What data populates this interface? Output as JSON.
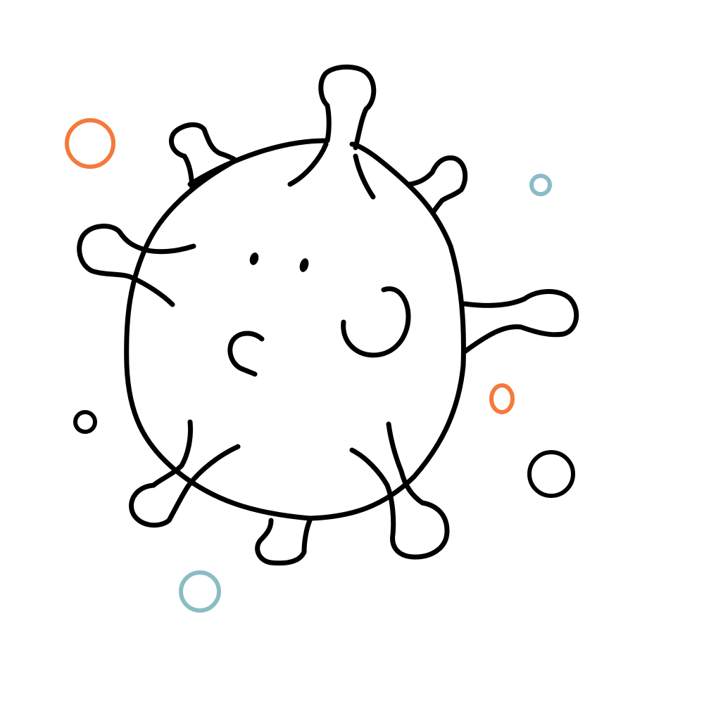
{
  "illustration": {
    "subject": "virus-doodle",
    "icon": "virus-icon",
    "colors": {
      "background": "#ffffff",
      "ink": "#000000",
      "accent_orange": "#f47a3c",
      "accent_blue": "#8bbcc6"
    },
    "bubbles": [
      {
        "name": "bubble-orange-large",
        "color": "#f47a3c"
      },
      {
        "name": "bubble-blue-small",
        "color": "#8bbcc6"
      },
      {
        "name": "bubble-black-small",
        "color": "#000000"
      },
      {
        "name": "bubble-orange-small",
        "color": "#f47a3c"
      },
      {
        "name": "bubble-black-medium",
        "color": "#000000"
      },
      {
        "name": "bubble-blue-medium",
        "color": "#8bbcc6"
      }
    ]
  }
}
